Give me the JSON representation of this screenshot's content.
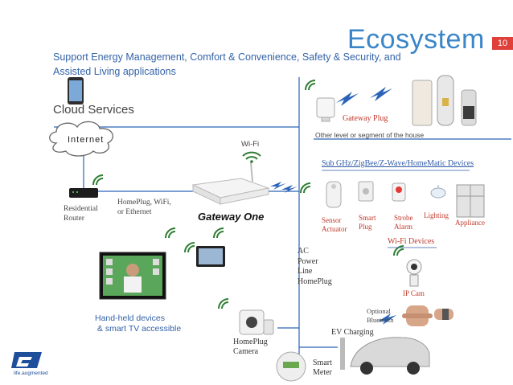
{
  "slide": {
    "title": "Ecosystem",
    "page_number": "10",
    "subtitle": "Support Energy Management, Comfort & Convenience,  Safety & Security, and Assisted Living applications"
  },
  "cloud": {
    "label": "Cloud Services",
    "internet_label": "Internet"
  },
  "router": {
    "label_line1": "Residential",
    "label_line2": "Router",
    "link_line1": "HomePlug, WiFi,",
    "link_line2": "or Ethernet"
  },
  "gateway": {
    "wifi_label": "Wi-Fi",
    "brand": "Gateway One"
  },
  "gateway_plug": {
    "label": "Gateway Plug",
    "note": "Other level or segment of the house"
  },
  "sub_ghz": {
    "heading": "Sub GHz/ZigBee/Z-Wave/HomeMatic Devices",
    "devices": [
      {
        "line1": "Sensor",
        "line2": "Actuator"
      },
      {
        "line1": "Smart",
        "line2": "Plug"
      },
      {
        "line1": "Strobe",
        "line2": "Alarm"
      },
      {
        "line1": "Lighting",
        "line2": ""
      },
      {
        "line1": "Appliance",
        "line2": ""
      }
    ]
  },
  "wifi_devices": {
    "heading": "Wi-Fi Devices",
    "ip_cam": "IP  Cam"
  },
  "powerline": {
    "line1": "AC",
    "line2": "Power",
    "line3": "Line",
    "line4": "HomePlug"
  },
  "bluetooth": {
    "line1": "Optional",
    "line2": "Bluetooth"
  },
  "ev": {
    "label": "EV Charging"
  },
  "camera": {
    "line1": "HomePlug",
    "line2": "Camera"
  },
  "meter": {
    "line1": "Smart",
    "line2": "Meter"
  },
  "handheld": {
    "line1": "Hand-held devices",
    "line2": " & smart TV accessible"
  },
  "logo": {
    "text": "life.augmented"
  },
  "colors": {
    "title": "#3a86c8",
    "subtitle": "#3463a8",
    "page_badge": "#e0403a",
    "wire": "#2a63b8",
    "signal": "#2a63b8",
    "wifi_arc": "#2e7d32",
    "label_red": "#c0392b"
  }
}
